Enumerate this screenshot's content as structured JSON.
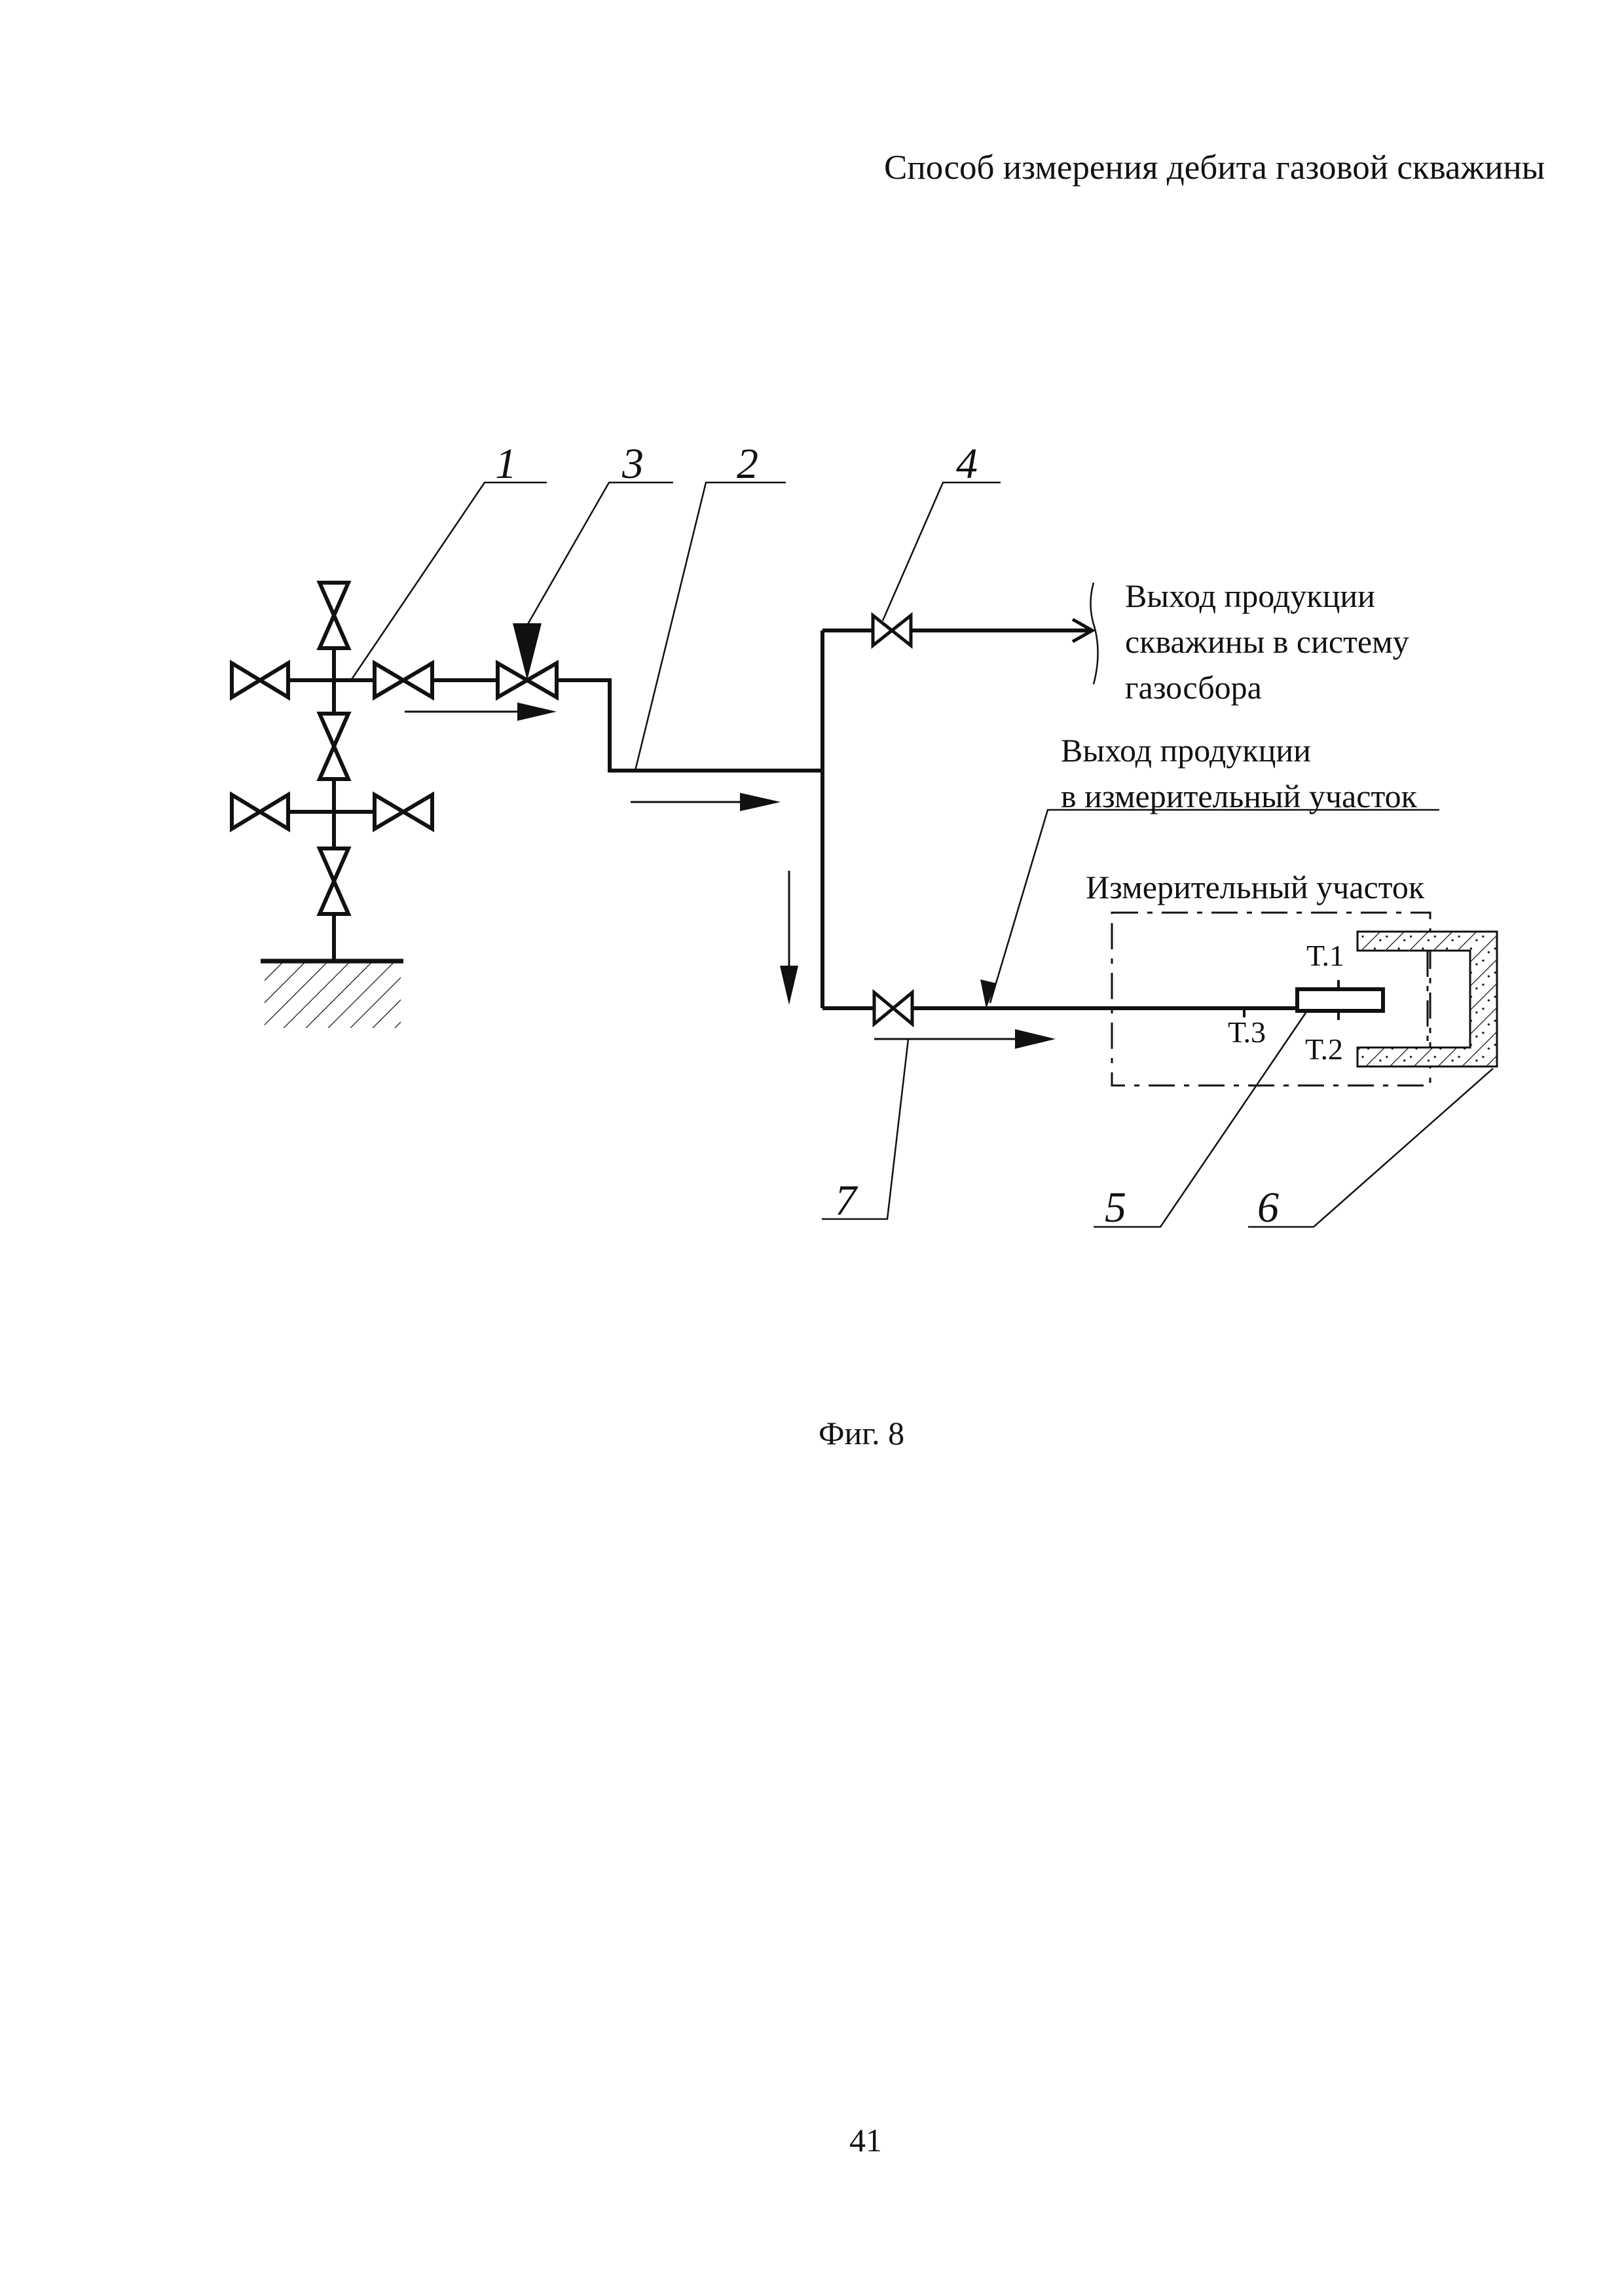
{
  "page": {
    "header_title": "Способ измерения дебита газовой скважины",
    "figure_caption": "Фиг. 8",
    "page_number": "41"
  },
  "diagram": {
    "callouts": [
      {
        "id": "1",
        "label": "1"
      },
      {
        "id": "3",
        "label": "3"
      },
      {
        "id": "2",
        "label": "2"
      },
      {
        "id": "4",
        "label": "4"
      },
      {
        "id": "7",
        "label": "7"
      },
      {
        "id": "5",
        "label": "5"
      },
      {
        "id": "6",
        "label": "6"
      }
    ],
    "annotations": {
      "gathering_output": [
        "Выход продукции",
        "скважины в систему",
        "газосбора"
      ],
      "measuring_output": [
        "Выход продукции",
        "в измерительный участок"
      ],
      "measuring_section": "Измерительный участок"
    },
    "points": {
      "t1": "Т.1",
      "t2": "Т.2",
      "t3": "Т.3"
    },
    "components": [
      {
        "id": "wellhead",
        "icon": "wellhead-cross-icon"
      },
      {
        "id": "choke-valve",
        "icon": "choke-valve-icon"
      },
      {
        "id": "gathering-valve",
        "icon": "gate-valve-icon"
      },
      {
        "id": "measuring-valve",
        "icon": "gate-valve-icon"
      },
      {
        "id": "sensor",
        "icon": "sensor-probe-icon"
      },
      {
        "id": "enclosure",
        "icon": "insulated-enclosure-icon"
      },
      {
        "id": "ground",
        "icon": "ground-hatch-icon"
      }
    ]
  }
}
